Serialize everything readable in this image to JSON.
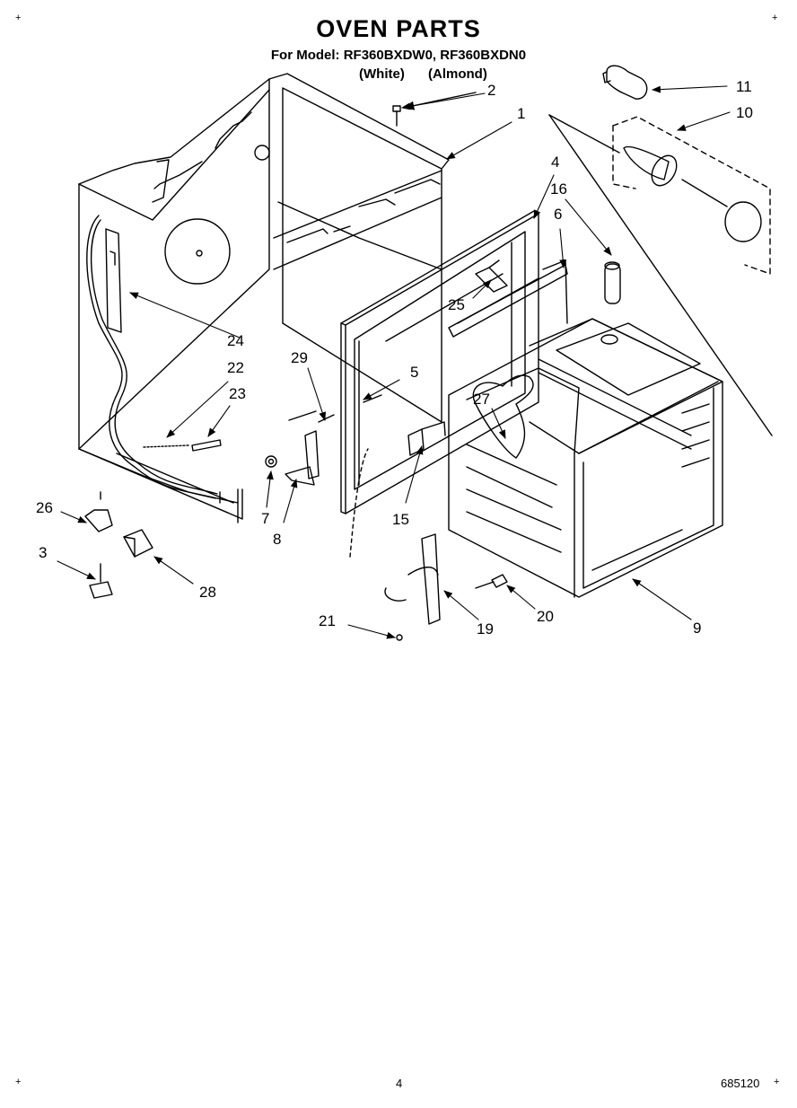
{
  "page": {
    "title": "OVEN PARTS",
    "model_line": "For Model: RF360BXDW0, RF360BXDN0",
    "color_variants": [
      "(White)",
      "(Almond)"
    ],
    "page_number": "4",
    "doc_number": "685120",
    "corner_mark": "+"
  },
  "callouts": [
    "1",
    "2",
    "3",
    "4",
    "5",
    "6",
    "7",
    "8",
    "9",
    "10",
    "11",
    "15",
    "16",
    "19",
    "20",
    "21",
    "22",
    "23",
    "24",
    "25",
    "26",
    "27",
    "28",
    "29"
  ]
}
